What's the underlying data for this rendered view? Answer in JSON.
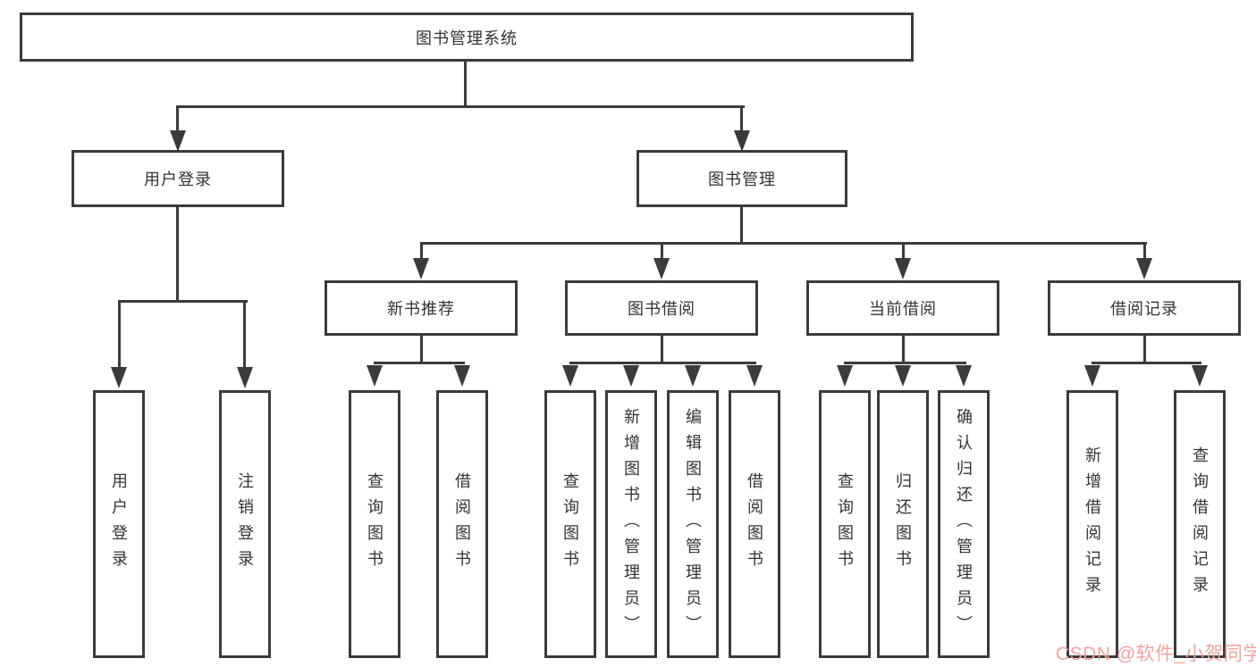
{
  "title": "图书管理系统",
  "tree": {
    "root": {
      "label": "图书管理系统"
    },
    "level2": [
      {
        "label": "用户登录",
        "children": [
          {
            "label": "用户登录"
          },
          {
            "label": "注销登录"
          }
        ]
      },
      {
        "label": "图书管理",
        "children": [
          {
            "label": "新书推荐",
            "children": [
              {
                "label": "查询图书"
              },
              {
                "label": "借阅图书"
              }
            ]
          },
          {
            "label": "图书借阅",
            "children": [
              {
                "label": "查询图书"
              },
              {
                "label": "新增图书（管理员）"
              },
              {
                "label": "编辑图书（管理员）"
              },
              {
                "label": "借阅图书"
              }
            ]
          },
          {
            "label": "当前借阅",
            "children": [
              {
                "label": "查询图书"
              },
              {
                "label": "归还图书"
              },
              {
                "label": "确认归还（管理员）"
              }
            ]
          },
          {
            "label": "借阅记录",
            "children": [
              {
                "label": "新增借阅记录"
              },
              {
                "label": "查询借阅记录"
              }
            ]
          }
        ]
      }
    ]
  },
  "watermark": {
    "text": "CSDN @软件_小贺同学",
    "color": "#f0a3a3"
  },
  "colors": {
    "line": "#3b3b3b",
    "box_border": "#3b3b3b",
    "box_background": "#ffffff",
    "text": "#333333",
    "background": "#ffffff"
  }
}
